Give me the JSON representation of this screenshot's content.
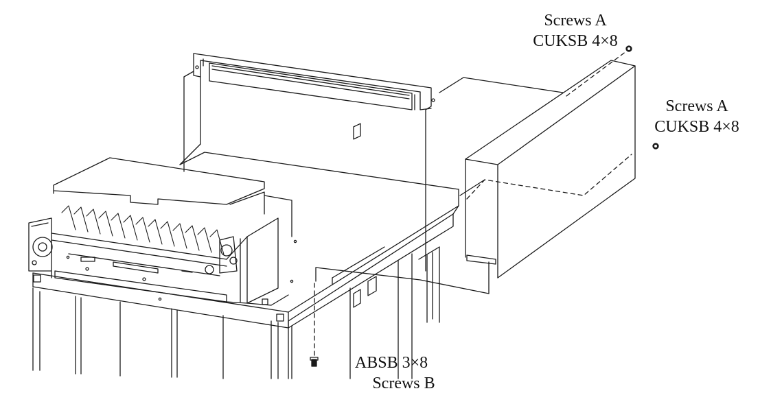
{
  "callouts": {
    "screws_a_top": {
      "title": "Screws A",
      "spec": "CUKSB 4×8"
    },
    "screws_a_right": {
      "title": "Screws A",
      "spec": "CUKSB 4×8"
    },
    "screws_b": {
      "spec": "ABSB 3×8",
      "title": "Screws B"
    }
  }
}
